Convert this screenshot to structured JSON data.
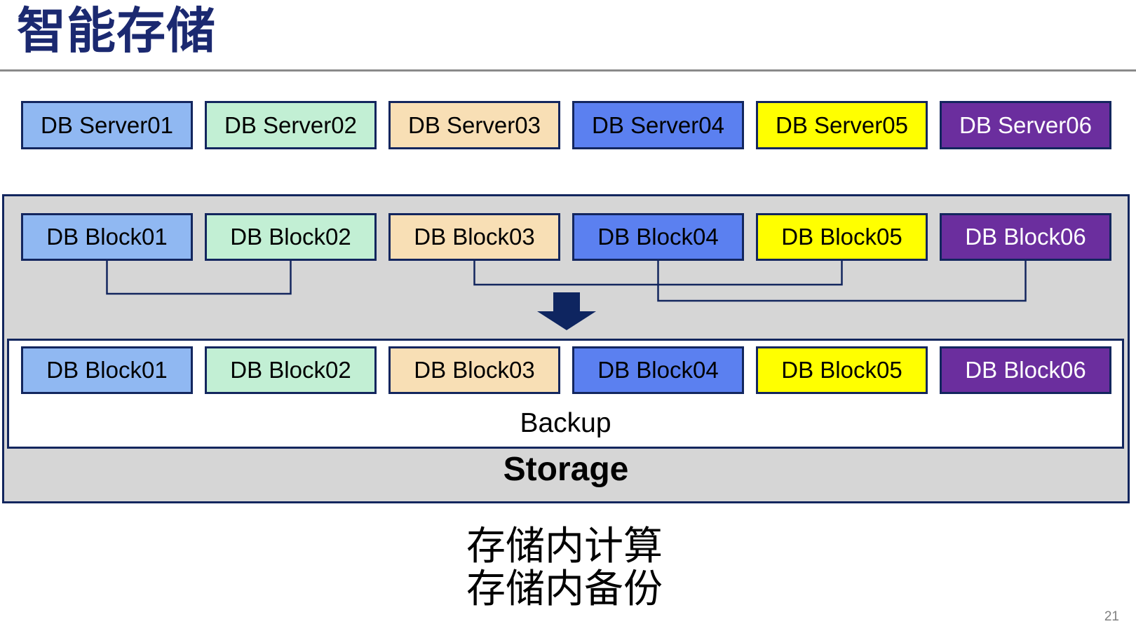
{
  "title": "智能存储",
  "page_number": "21",
  "servers": {
    "items": [
      "DB Server01",
      "DB Server02",
      "DB Server03",
      "DB Server04",
      "DB Server05",
      "DB Server06"
    ]
  },
  "storage_panel": {
    "label": "Storage",
    "blocks_source": [
      "DB Block01",
      "DB Block02",
      "DB Block03",
      "DB Block04",
      "DB Block05",
      "DB Block06"
    ],
    "backup_box": {
      "label": "Backup",
      "blocks": [
        "DB Block01",
        "DB Block02",
        "DB Block03",
        "DB Block04",
        "DB Block05",
        "DB Block06"
      ]
    },
    "connections": [
      {
        "from": "DB Block01",
        "to": "DB Block02"
      },
      {
        "from": "DB Block03",
        "to": "DB Block05"
      },
      {
        "from": "DB Block04",
        "to": "DB Block06"
      }
    ]
  },
  "caption": {
    "line1": "存储内计算",
    "line2": "存储内备份"
  },
  "colors": {
    "box_fills": [
      "#90B8F2",
      "#C2EFD4",
      "#F8DFB5",
      "#5B80F0",
      "#FFFF00",
      "#6B2E9E"
    ],
    "box_text": [
      "#000000",
      "#000000",
      "#000000",
      "#000000",
      "#000000",
      "#FFFFFF"
    ],
    "box_border": "#13265E",
    "panel_fill": "#D6D6D6",
    "panel_border": "#13265E",
    "backup_box_border": "#13265E",
    "arrow": "#0E2560",
    "title": "#1B2970",
    "divider": "#8A8A8A",
    "body_text": "#000000",
    "page_number": "#7F7F7F"
  }
}
